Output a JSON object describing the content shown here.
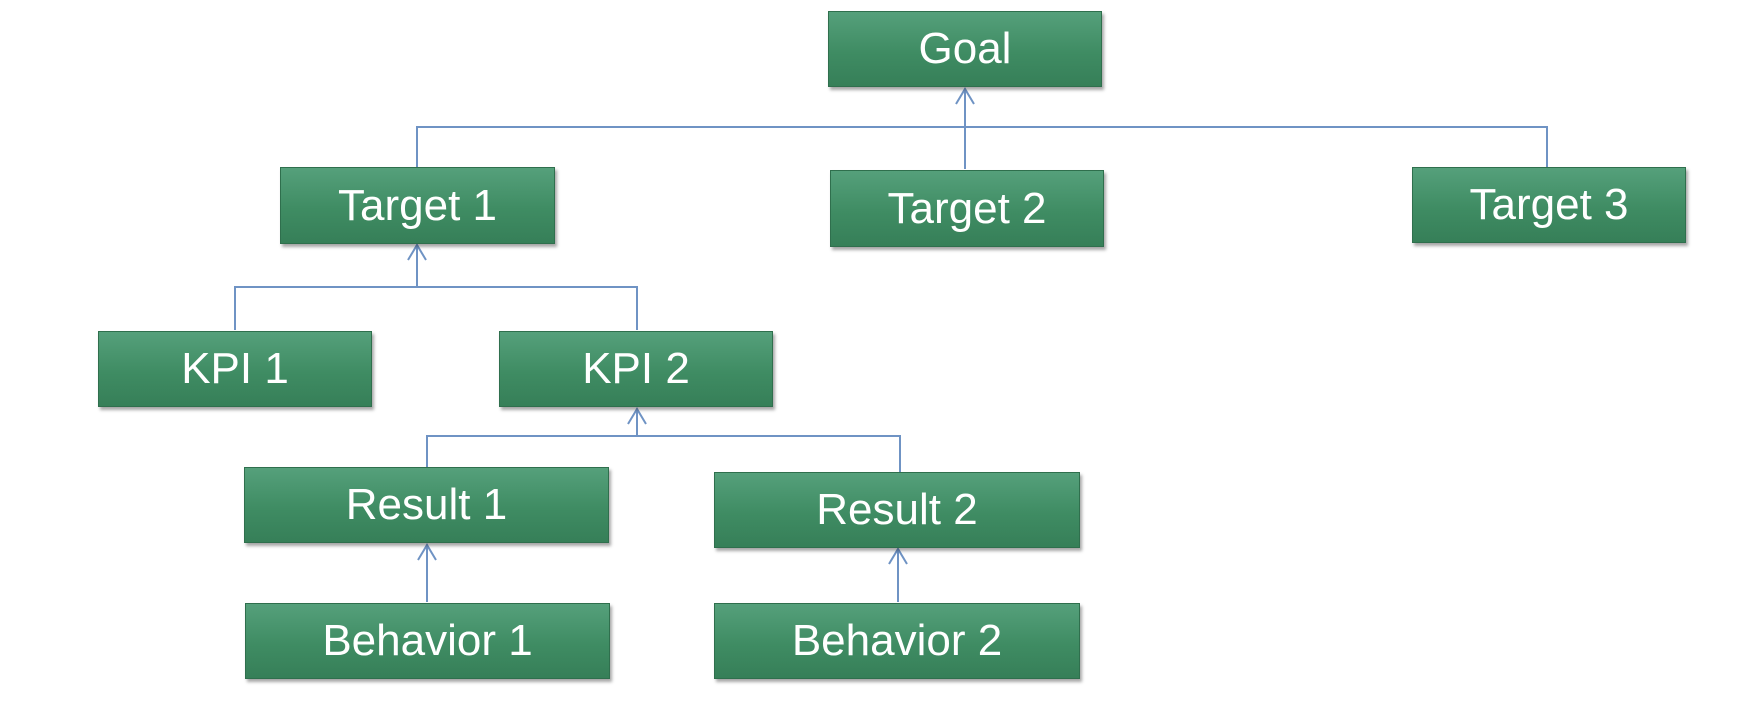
{
  "colors": {
    "node_fill": "#41905f",
    "node_text": "#ffffff",
    "connector": "#6f93c4"
  },
  "nodes": {
    "goal": "Goal",
    "target_1": "Target 1",
    "target_2": "Target 2",
    "target_3": "Target 3",
    "kpi_1": "KPI 1",
    "kpi_2": "KPI 2",
    "result_1": "Result 1",
    "result_2": "Result 2",
    "behavior_1": "Behavior 1",
    "behavior_2": "Behavior 2"
  }
}
